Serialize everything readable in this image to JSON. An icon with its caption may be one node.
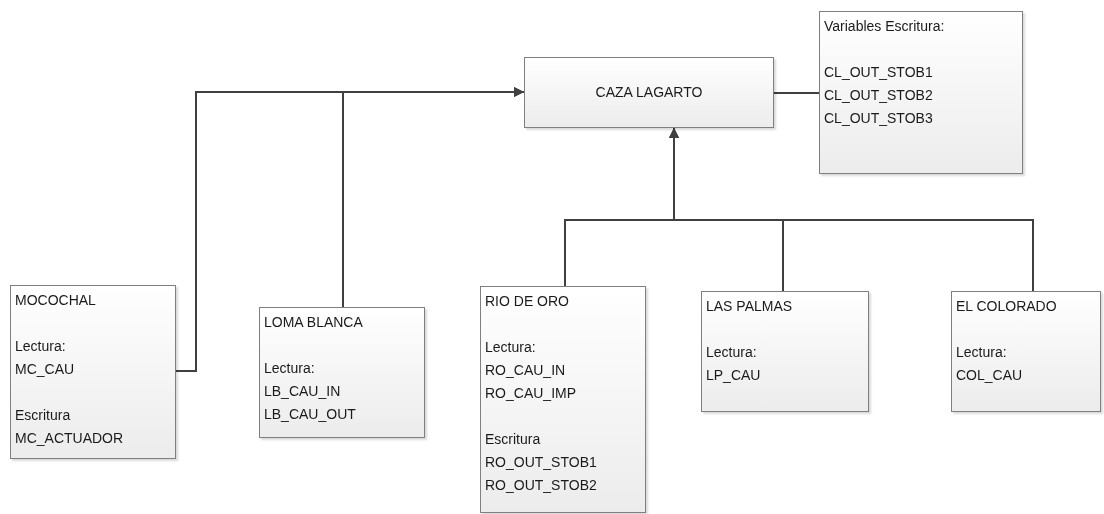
{
  "diagram": {
    "nodes": [
      {
        "text": [
          "CAZA LAGARTO"
        ]
      },
      {
        "text": [
          "Variables Escritura:",
          "CL_OUT_STOB1",
          "CL_OUT_STOB2",
          "CL_OUT_STOB3"
        ]
      },
      {
        "text": [
          "MOCOCHAL",
          "Lectura:",
          "MC_CAU",
          "Escritura",
          "MC_ACTUADOR"
        ]
      },
      {
        "text": [
          "LOMA BLANCA",
          "Lectura:",
          "LB_CAU_IN",
          "LB_CAU_OUT"
        ]
      },
      {
        "text": [
          "RIO DE ORO",
          "Lectura:",
          "RO_CAU_IN",
          "RO_CAU_IMP",
          "Escritura",
          "RO_OUT_STOB1",
          "RO_OUT_STOB2"
        ]
      },
      {
        "text": [
          "LAS PALMAS",
          "Lectura:",
          "LP_CAU"
        ]
      },
      {
        "text": [
          "EL COLORADO",
          "Lectura:",
          "COL_CAU"
        ]
      }
    ],
    "edges": [
      {
        "from": 2,
        "to": 0,
        "arrow": "to"
      },
      {
        "from": 3,
        "to": 0,
        "arrow": "to"
      },
      {
        "from": 4,
        "to": 0,
        "arrow": "to"
      },
      {
        "from": 5,
        "to": 0,
        "arrow": "to"
      },
      {
        "from": 6,
        "to": 0,
        "arrow": "to"
      },
      {
        "from": 0,
        "to": 1,
        "arrow": "none"
      }
    ]
  }
}
